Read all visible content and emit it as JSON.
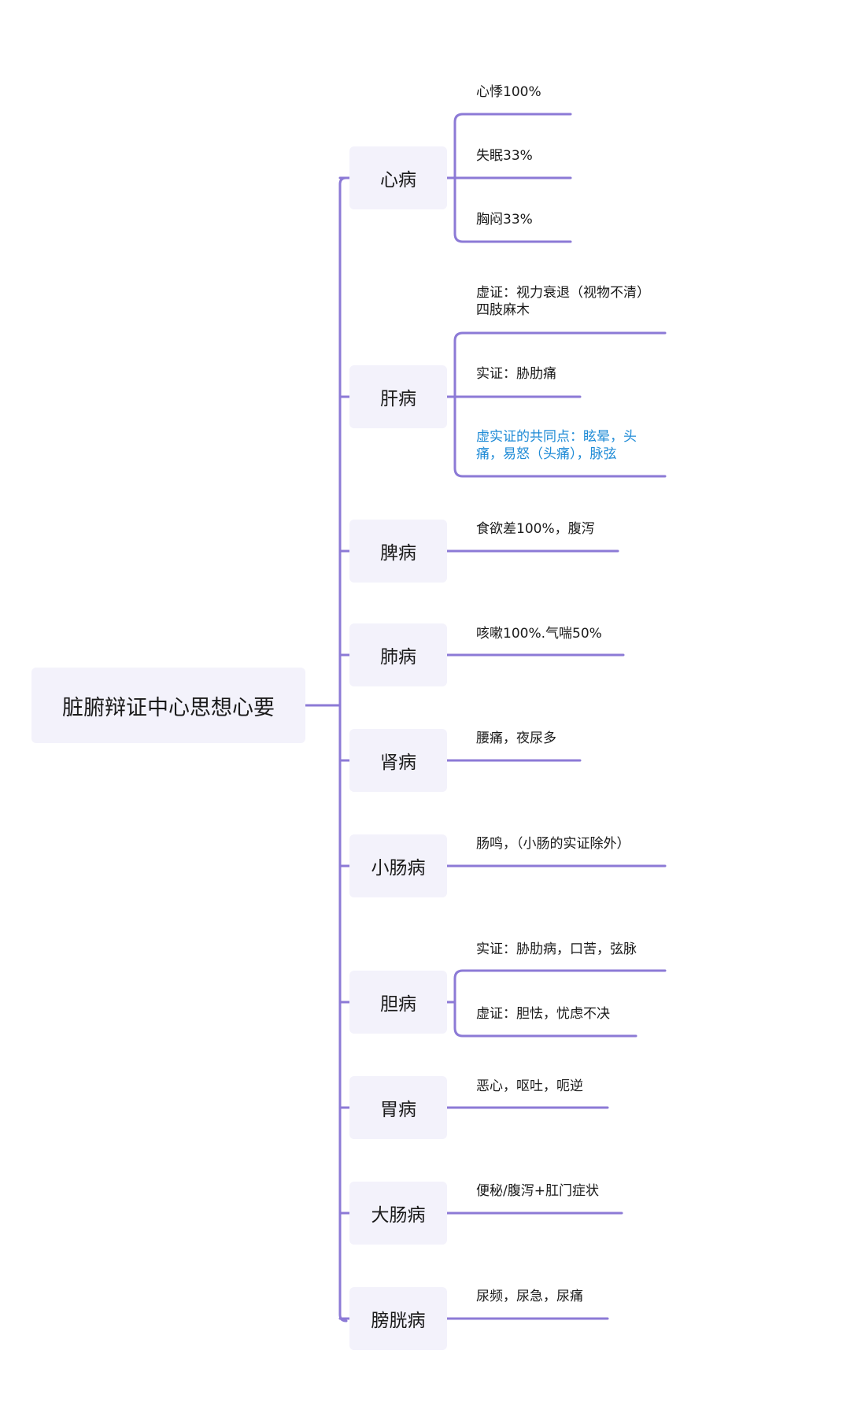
{
  "colors": {
    "connector": "#8c7ad6",
    "node_fill": "#f3f2fb",
    "highlight_text": "#1f8bd6"
  },
  "root": {
    "label": "脏腑辩证中心思想心要"
  },
  "branches": [
    {
      "label": "心病",
      "leaves": [
        {
          "text": "心悸100%"
        },
        {
          "text": "失眠33%"
        },
        {
          "text": "胸闷33%"
        }
      ]
    },
    {
      "label": "肝病",
      "leaves": [
        {
          "text": "虚证：视力衰退（视物不清）四肢麻木"
        },
        {
          "text": "实证：胁肋痛"
        },
        {
          "text": "虚实证的共同点：眩晕，头痛，易怒（头痛），脉弦",
          "highlight": true
        }
      ]
    },
    {
      "label": "脾病",
      "leaves": [
        {
          "text": "食欲差100%，腹泻"
        }
      ]
    },
    {
      "label": "肺病",
      "leaves": [
        {
          "text": "咳嗽100%.气喘50%"
        }
      ]
    },
    {
      "label": "肾病",
      "leaves": [
        {
          "text": "腰痛，夜尿多"
        }
      ]
    },
    {
      "label": "小肠病",
      "leaves": [
        {
          "text": "肠鸣，（小肠的实证除外）"
        }
      ]
    },
    {
      "label": "胆病",
      "leaves": [
        {
          "text": "实证：胁肋病，口苦，弦脉"
        },
        {
          "text": "虚证：胆怯，忧虑不决"
        }
      ]
    },
    {
      "label": "胃病",
      "leaves": [
        {
          "text": "恶心，呕吐，呃逆"
        }
      ]
    },
    {
      "label": "大肠病",
      "leaves": [
        {
          "text": "便秘/腹泻+肛门症状"
        }
      ]
    },
    {
      "label": "膀胱病",
      "leaves": [
        {
          "text": "尿频，尿急，尿痛"
        }
      ]
    }
  ]
}
